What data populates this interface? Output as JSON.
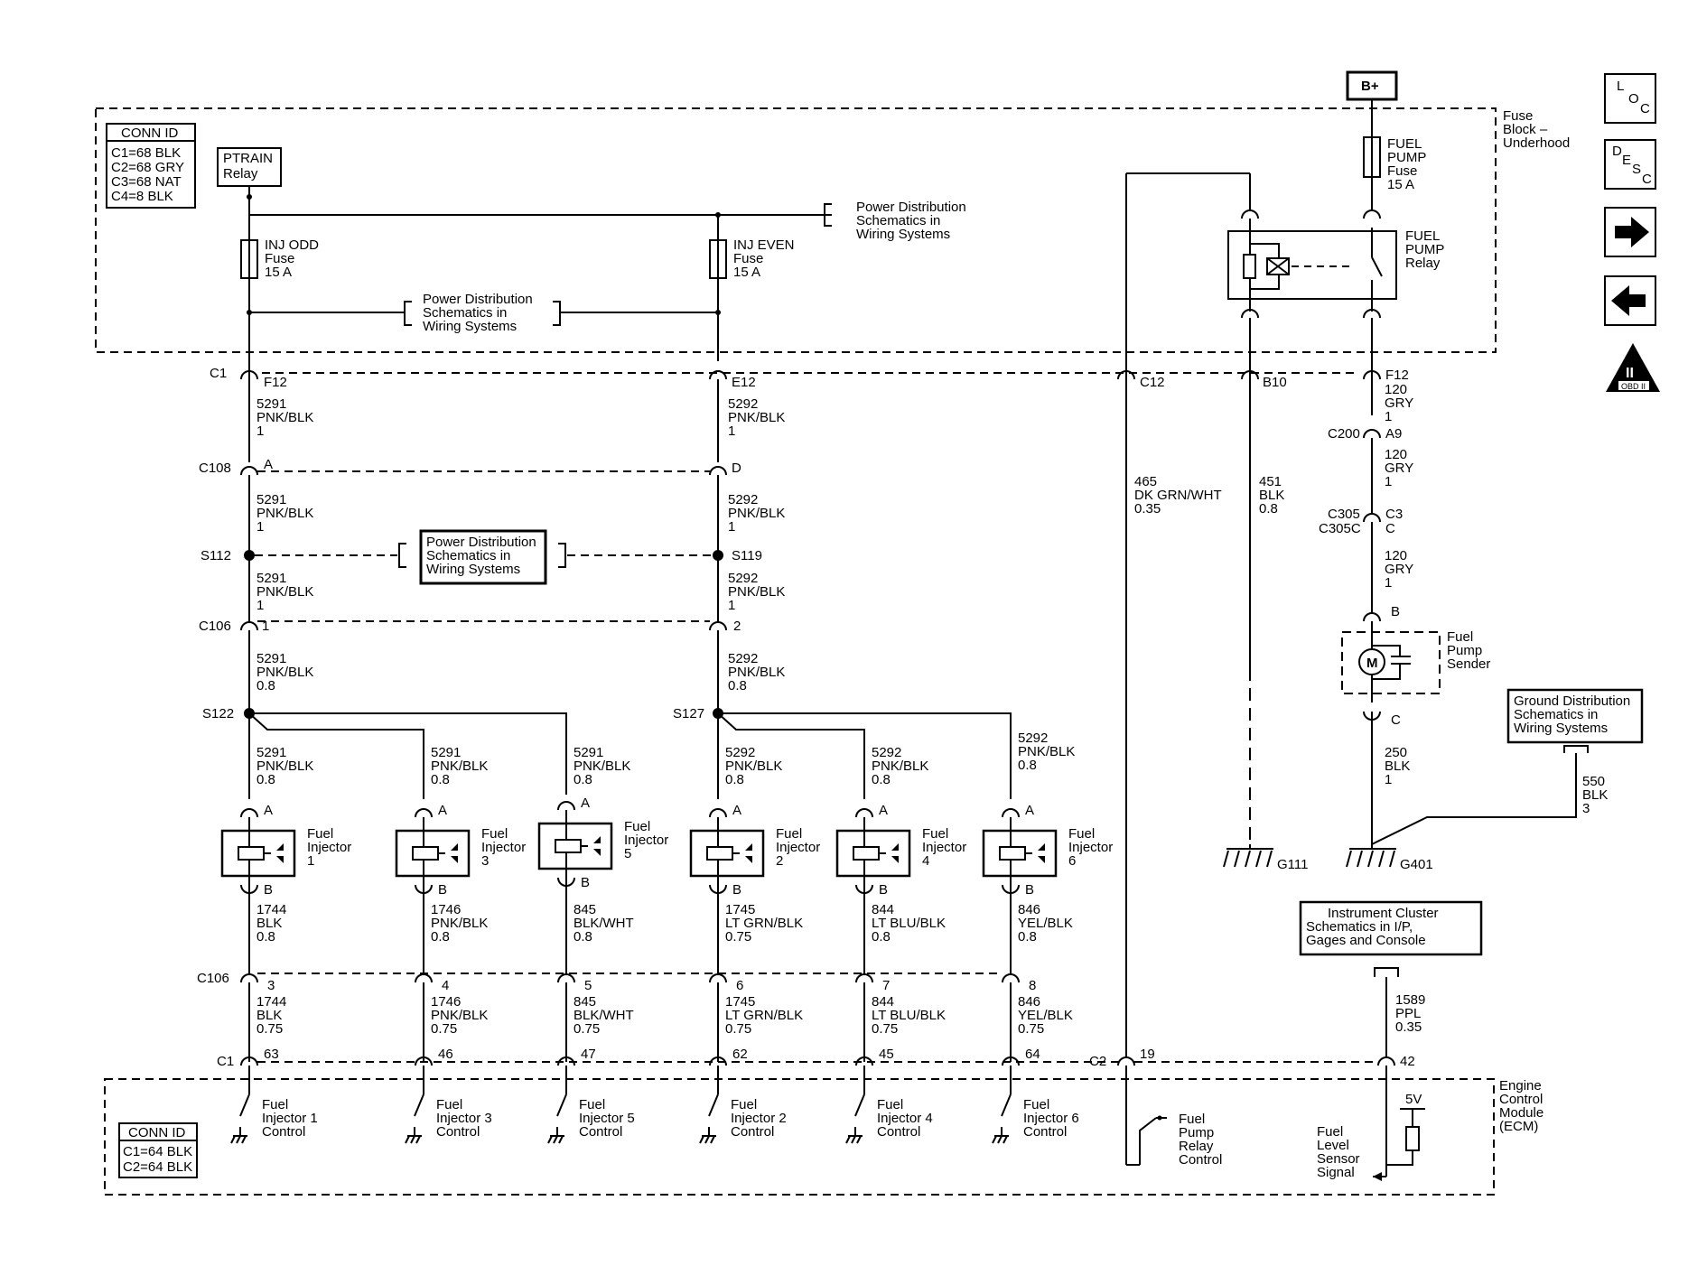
{
  "conn_id_top": {
    "title": "CONN ID",
    "lines": [
      "C1=68 BLK",
      "C2=68 GRY",
      "C3=68 NAT",
      "C4=8 BLK"
    ]
  },
  "conn_id_bottom": {
    "title": "CONN ID",
    "lines": [
      "C1=64 BLK",
      "C2=64 BLK"
    ]
  },
  "ptrain_relay": [
    "PTRAIN",
    "Relay"
  ],
  "battery": "B+",
  "fuse_block_label": [
    "Fuse",
    "Block –",
    "Underhood"
  ],
  "ecm_label": [
    "Engine",
    "Control",
    "Module",
    "(ECM)"
  ],
  "fuses": {
    "inj_odd": [
      "INJ ODD",
      "Fuse",
      "15 A"
    ],
    "inj_even": [
      "INJ EVEN",
      "Fuse",
      "15 A"
    ],
    "fuel_pump": [
      "FUEL",
      "PUMP",
      "Fuse",
      "15 A"
    ]
  },
  "fuel_pump_relay": [
    "FUEL",
    "PUMP",
    "Relay"
  ],
  "ref_boxes": {
    "power_dist": [
      "Power Distribution",
      "Schematics in",
      "Wiring Systems"
    ],
    "ground_dist": [
      "Ground Distribution",
      "Schematics in",
      "Wiring Systems"
    ],
    "instrument_cluster": [
      "Instrument Cluster",
      "Schematics in I/P,",
      "Gages and Console"
    ]
  },
  "connectors": {
    "c1_top": "C1",
    "c108": "C108",
    "c106_top": "C106",
    "c106_bot": "C106",
    "c1_bot": "C1",
    "c2_bot": "C2",
    "c200": "C200",
    "c305": "C305",
    "c305c": "C305C"
  },
  "splices": {
    "s112": "S112",
    "s119": "S119",
    "s122": "S122",
    "s127": "S127"
  },
  "pins": {
    "f12a": "F12",
    "e12": "E12",
    "c12": "C12",
    "b10": "B10",
    "f12b": "F12",
    "a_108": "A",
    "d_108": "D",
    "p1": "1",
    "p2": "2",
    "a9": "A9",
    "c3": "C3",
    "c_305": "C",
    "sender_b": "B",
    "sender_c": "C"
  },
  "wires": {
    "w5291_1": [
      "5291",
      "PNK/BLK",
      "1"
    ],
    "w5292_1": [
      "5292",
      "PNK/BLK",
      "1"
    ],
    "w5291_08": [
      "5291",
      "PNK/BLK",
      "0.8"
    ],
    "w5292_08": [
      "5292",
      "PNK/BLK",
      "0.8"
    ],
    "w465": [
      "465",
      "DK GRN/WHT",
      "0.35"
    ],
    "w451": [
      "451",
      "BLK",
      "0.8"
    ],
    "w120": [
      "120",
      "GRY",
      "1"
    ],
    "w250": [
      "250",
      "BLK",
      "1"
    ],
    "w550": [
      "550",
      "BLK",
      "3"
    ],
    "w1589": [
      "1589",
      "PPL",
      "0.35"
    ]
  },
  "injectors": [
    {
      "label": [
        "Fuel",
        "Injector",
        "1"
      ],
      "wire_in": [
        "5291",
        "PNK/BLK",
        "0.8"
      ],
      "wire_out": [
        "1744",
        "BLK",
        "0.8"
      ],
      "wire_c1": [
        "1744",
        "BLK",
        "0.75"
      ],
      "c106_pin": "3",
      "c1_pin": "63",
      "ecm": [
        "Fuel",
        "Injector 1",
        "Control"
      ]
    },
    {
      "label": [
        "Fuel",
        "Injector",
        "3"
      ],
      "wire_in": [
        "5291",
        "PNK/BLK",
        "0.8"
      ],
      "wire_out": [
        "1746",
        "PNK/BLK",
        "0.8"
      ],
      "wire_c1": [
        "1746",
        "PNK/BLK",
        "0.75"
      ],
      "c106_pin": "4",
      "c1_pin": "46",
      "ecm": [
        "Fuel",
        "Injector 3",
        "Control"
      ]
    },
    {
      "label": [
        "Fuel",
        "Injector",
        "5"
      ],
      "wire_in": [
        "5291",
        "PNK/BLK",
        "0.8"
      ],
      "wire_out": [
        "845",
        "BLK/WHT",
        "0.8"
      ],
      "wire_c1": [
        "845",
        "BLK/WHT",
        "0.75"
      ],
      "c106_pin": "5",
      "c1_pin": "47",
      "ecm": [
        "Fuel",
        "Injector 5",
        "Control"
      ]
    },
    {
      "label": [
        "Fuel",
        "Injector",
        "2"
      ],
      "wire_in": [
        "5292",
        "PNK/BLK",
        "0.8"
      ],
      "wire_out": [
        "1745",
        "LT GRN/BLK",
        "0.75"
      ],
      "wire_c1": [
        "1745",
        "LT GRN/BLK",
        "0.75"
      ],
      "c106_pin": "6",
      "c1_pin": "62",
      "ecm": [
        "Fuel",
        "Injector 2",
        "Control"
      ]
    },
    {
      "label": [
        "Fuel",
        "Injector",
        "4"
      ],
      "wire_in": [
        "5292",
        "PNK/BLK",
        "0.8"
      ],
      "wire_out": [
        "844",
        "LT BLU/BLK",
        "0.8"
      ],
      "wire_c1": [
        "844",
        "LT BLU/BLK",
        "0.75"
      ],
      "c106_pin": "7",
      "c1_pin": "45",
      "ecm": [
        "Fuel",
        "Injector 4",
        "Control"
      ]
    },
    {
      "label": [
        "Fuel",
        "Injector",
        "6"
      ],
      "wire_in": [
        "5292",
        "PNK/BLK",
        "0.8"
      ],
      "wire_out": [
        "846",
        "YEL/BLK",
        "0.8"
      ],
      "wire_c1": [
        "846",
        "YEL/BLK",
        "0.75"
      ],
      "c106_pin": "8",
      "c1_pin": "64",
      "ecm": [
        "Fuel",
        "Injector 6",
        "Control"
      ]
    }
  ],
  "injector_pin_a": "A",
  "injector_pin_b": "B",
  "c2_pins": {
    "p19": "19",
    "p42": "42"
  },
  "fuel_pump_sender": [
    "Fuel",
    "Pump",
    "Sender"
  ],
  "ecm_fuel_pump_control": [
    "Fuel",
    "Pump",
    "Relay",
    "Control"
  ],
  "ecm_level_signal": [
    "Fuel",
    "Level",
    "Sensor",
    "Signal"
  ],
  "five_volt": "5V",
  "grounds": {
    "g111": "G111",
    "g401": "G401"
  },
  "nav": {
    "loc": [
      "L",
      "O",
      "C"
    ],
    "desc": [
      "D",
      "E",
      "S",
      "C"
    ],
    "obd": [
      "II",
      "OBD II"
    ]
  }
}
